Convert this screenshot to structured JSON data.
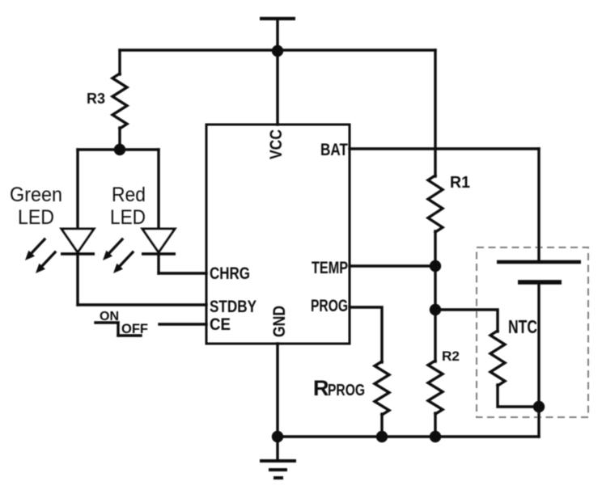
{
  "diagram_type": "circuit-schematic",
  "colors": {
    "ink": "#0d0d0d",
    "background": "#ffffff",
    "dashed_outline": "#7b7b7b"
  },
  "ic": {
    "pin_labels": {
      "vcc": "VCC",
      "gnd": "GND",
      "bat": "BAT",
      "temp": "TEMP",
      "prog": "PROG",
      "chrg": "CHRG",
      "stdby": "STDBY",
      "ce": "CE"
    }
  },
  "components": {
    "r1_label": "R1",
    "r2_label": "R2",
    "r3_label": "R3",
    "rprog_label_main": "R",
    "rprog_label_sub": "PROG",
    "ntc_label": "NTC",
    "green_led_label_line1": "Green",
    "green_led_label_line2": "LED",
    "red_led_label_line1": "Red",
    "red_led_label_line2": "LED"
  },
  "ce_levels": {
    "on_label": "ON",
    "off_label": "OFF"
  }
}
